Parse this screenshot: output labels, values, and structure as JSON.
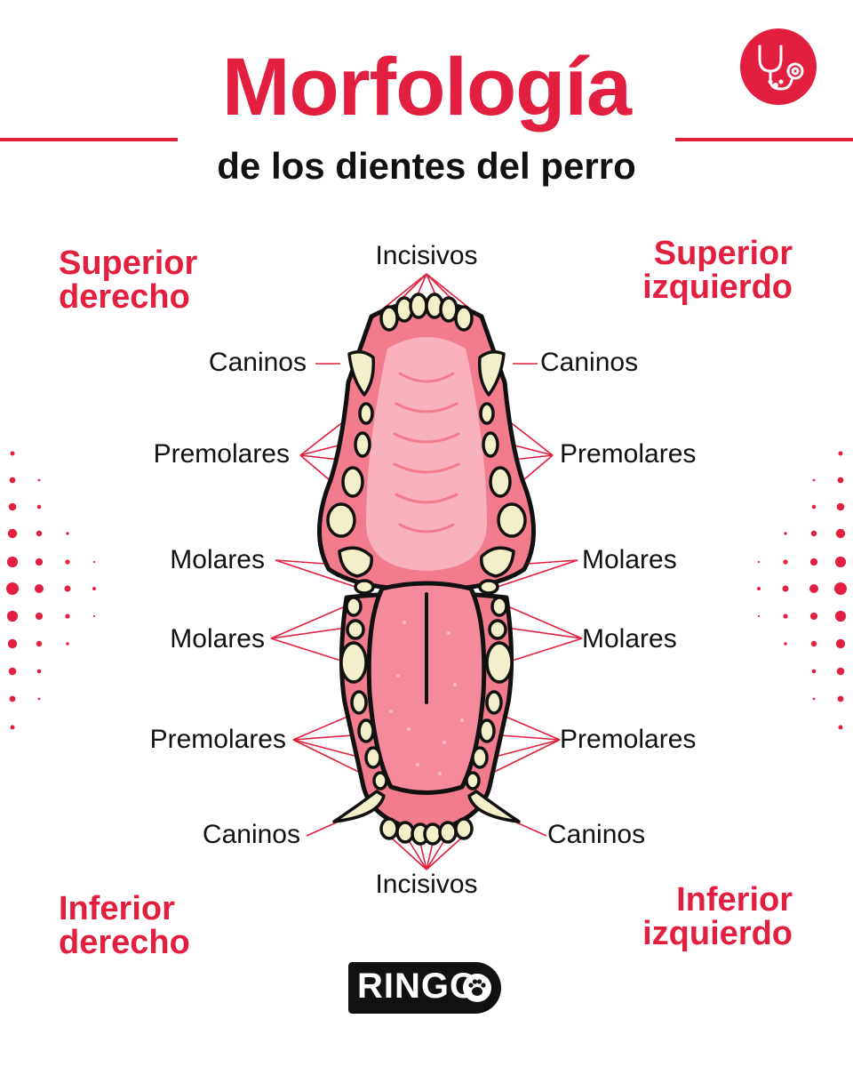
{
  "header": {
    "title": "Morfología",
    "subtitle": "de los dientes del perro"
  },
  "quadrants": {
    "upper_right": [
      "Superior",
      "derecho"
    ],
    "upper_left": [
      "Superior",
      "izquierdo"
    ],
    "lower_right": [
      "Inferior",
      "derecho"
    ],
    "lower_left": [
      "Inferior",
      "izquierdo"
    ]
  },
  "labels": {
    "upper_incisors": "Incisivos",
    "upper_canines_left": "Caninos",
    "upper_canines_right": "Caninos",
    "upper_premolars_left": "Premolares",
    "upper_premolars_right": "Premolares",
    "upper_molars_left": "Molares",
    "upper_molars_right": "Molares",
    "lower_molars_left": "Molares",
    "lower_molars_right": "Molares",
    "lower_premolars_left": "Premolares",
    "lower_premolars_right": "Premolares",
    "lower_canines_left": "Caninos",
    "lower_canines_right": "Caninos",
    "lower_incisors": "Incisivos"
  },
  "brand": {
    "logo_text": "RINGO",
    "badge_icon": "stethoscope-paw-icon"
  },
  "colors": {
    "accent": "#e21f3f",
    "gum": "#f37b8e",
    "palate": "#f8b1bd",
    "tooth": "#f3efc9",
    "outline": "#111111"
  }
}
